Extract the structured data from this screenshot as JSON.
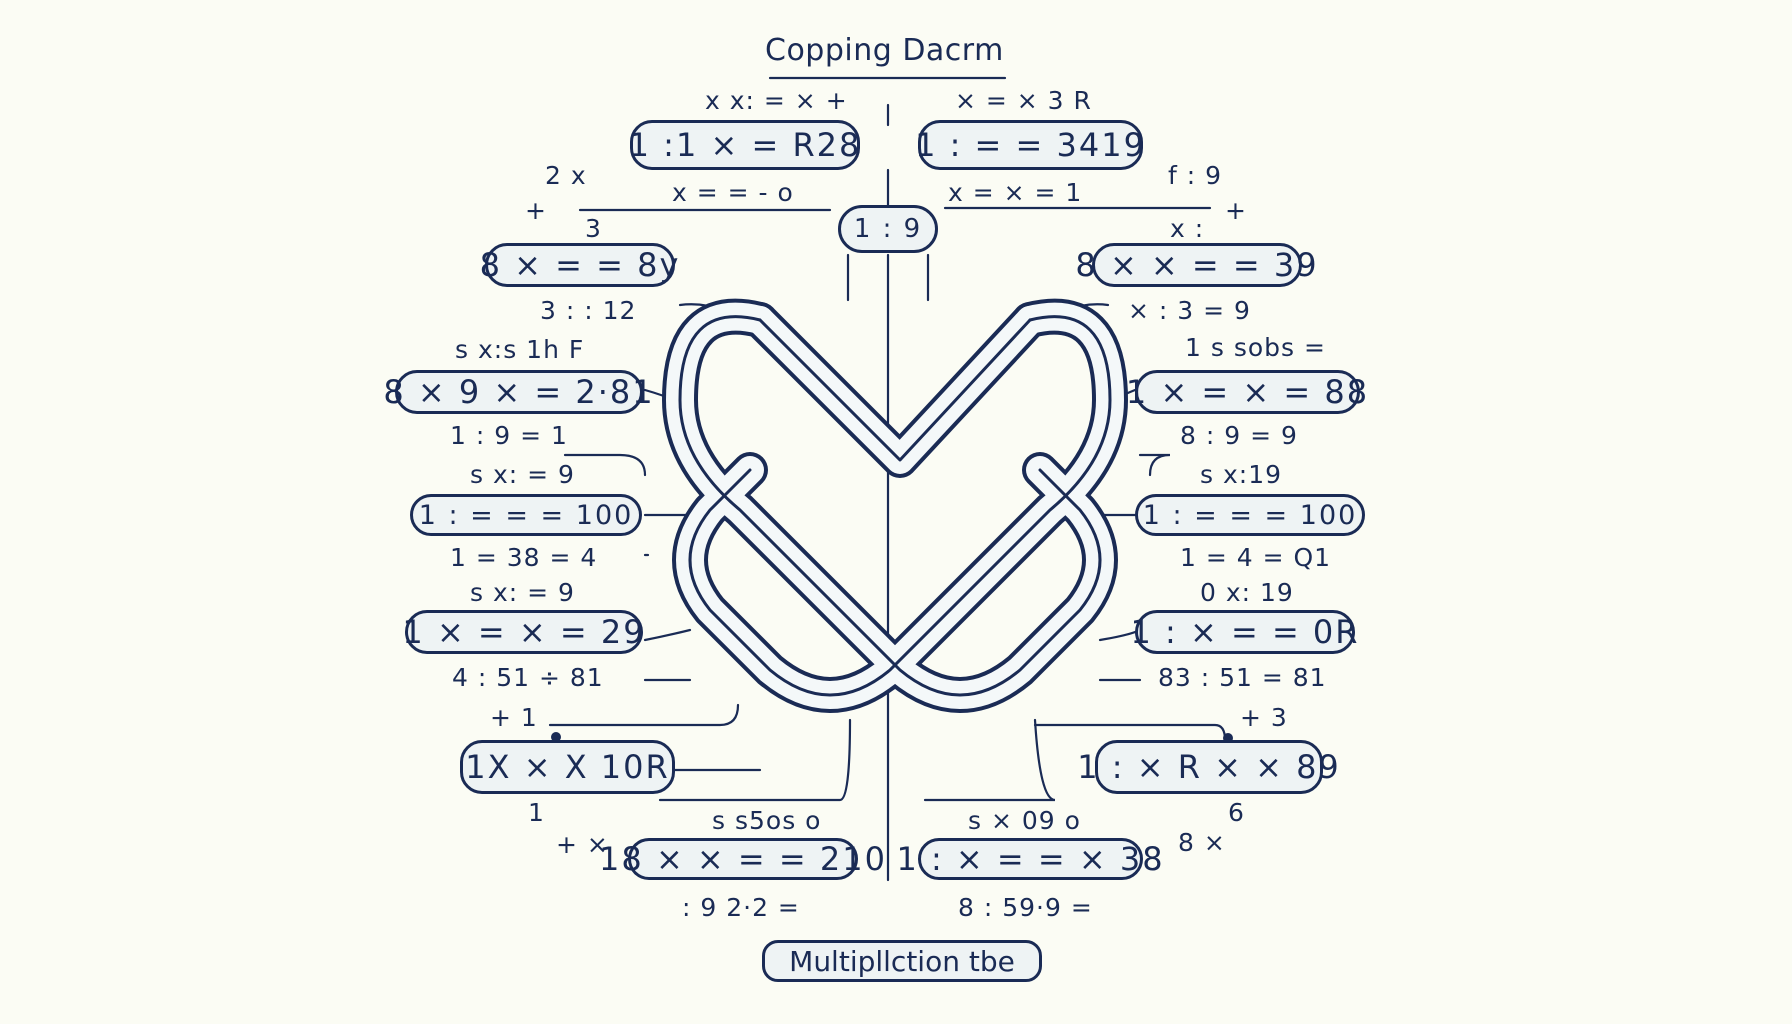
{
  "title": "Copping Dacrm",
  "caption": "Multipllction tbe",
  "center_node": "1 : 9",
  "colors": {
    "ink": "#1a2b55",
    "box_fill": "#eef3f4",
    "background": "#fbfcf4"
  },
  "icons": [
    "knot-loop-icon"
  ],
  "left": {
    "boxes": [
      "1 :1 × = R28",
      "8 × = = 8y",
      "8 × 9 × = 2·81",
      "1 : = = = 100",
      "1 × = × = 29",
      "1X × X 10R",
      "18 × × = = 210"
    ],
    "labels": [
      "x x: = × +",
      "x = = - o",
      "3 : : 12",
      "s x:s 1h F",
      "1 : 9 = 1",
      "s x: = 9",
      "1 = 38 = 4",
      "s x: = 9",
      "4 : 51 ÷ 81",
      "+ 1",
      "1",
      "s s5os o",
      "+ ×",
      ": 9 2·2 =",
      "3",
      "2 x",
      "+"
    ]
  },
  "right": {
    "boxes": [
      "1 : = = 3419",
      "8 × × = = 39",
      "1 × = × = 88",
      "1 : = = = 100",
      "1 : × = = 0R",
      "1 : × R × × 89",
      "1 : × = = × 38"
    ],
    "labels": [
      "× = × 3 R",
      "x = × = 1",
      "f : 9",
      "x :",
      "× : 3 = 9",
      "1 s sobs =",
      "8 : 9 = 9",
      "s x:19",
      "1 = 4 = Q1",
      "0 x: 19",
      "83 : 51 = 81",
      "+ 3",
      "s × 09 o",
      "6",
      "8 ×",
      "8 : 59·9 =",
      "+"
    ]
  }
}
